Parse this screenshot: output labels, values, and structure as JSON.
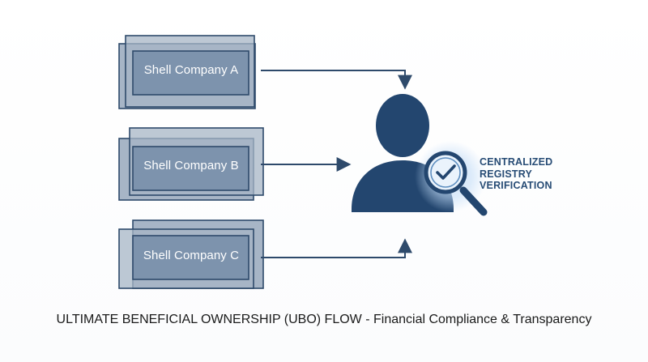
{
  "companies": [
    {
      "label": "Shell Company A"
    },
    {
      "label": "Shell Company B"
    },
    {
      "label": "Shell Company C"
    }
  ],
  "registry": {
    "lines": [
      "CENTRALIZED",
      "REGISTRY",
      "VERIFICATION"
    ]
  },
  "caption": "ULTIMATE BENEFICIAL OWNERSHIP (UBO) FLOW - Financial Compliance & Transparency",
  "colors": {
    "box_border": "#2e4a6b",
    "box_fill": "#a7b5c6",
    "box_inner": "#7d93ad",
    "arrow": "#2e4a6b",
    "person": "#23466f",
    "registry_text": "#274c75",
    "glow": "#bcd8f6"
  }
}
